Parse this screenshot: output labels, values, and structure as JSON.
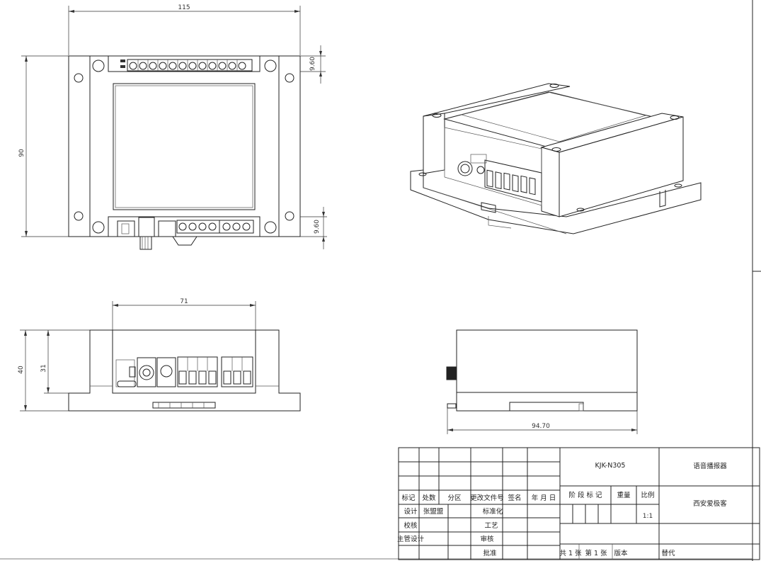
{
  "dimensions": {
    "top_width": "115",
    "top_height": "90",
    "top_gap_upper": "9.60",
    "top_gap_lower": "9.60",
    "front_inner_width": "71",
    "front_height": "40",
    "front_inner_height": "31",
    "side_width": "94.70"
  },
  "title_block": {
    "product_code": "KJK-N305",
    "product_name": "语音播报器",
    "company": "西安爱极客",
    "scale": "1:1",
    "headers": {
      "mark": "标记",
      "count": "处数",
      "zone": "分区",
      "change_doc": "更改文件号",
      "signature": "签名",
      "date": "年 月 日",
      "stage_mark": "阶 段 标 记",
      "weight": "重量",
      "ratio": "比例"
    },
    "rows": {
      "design": "设计",
      "designer": "张盟盟",
      "standardization": "标准化",
      "check": "校核",
      "process": "工艺",
      "lead_design": "主管设计",
      "review": "审核",
      "approve": "批准"
    },
    "footer": {
      "sheets_total": "共 1 张",
      "sheet_no": "第 1 张",
      "version": "版本",
      "replace": "替代"
    }
  }
}
